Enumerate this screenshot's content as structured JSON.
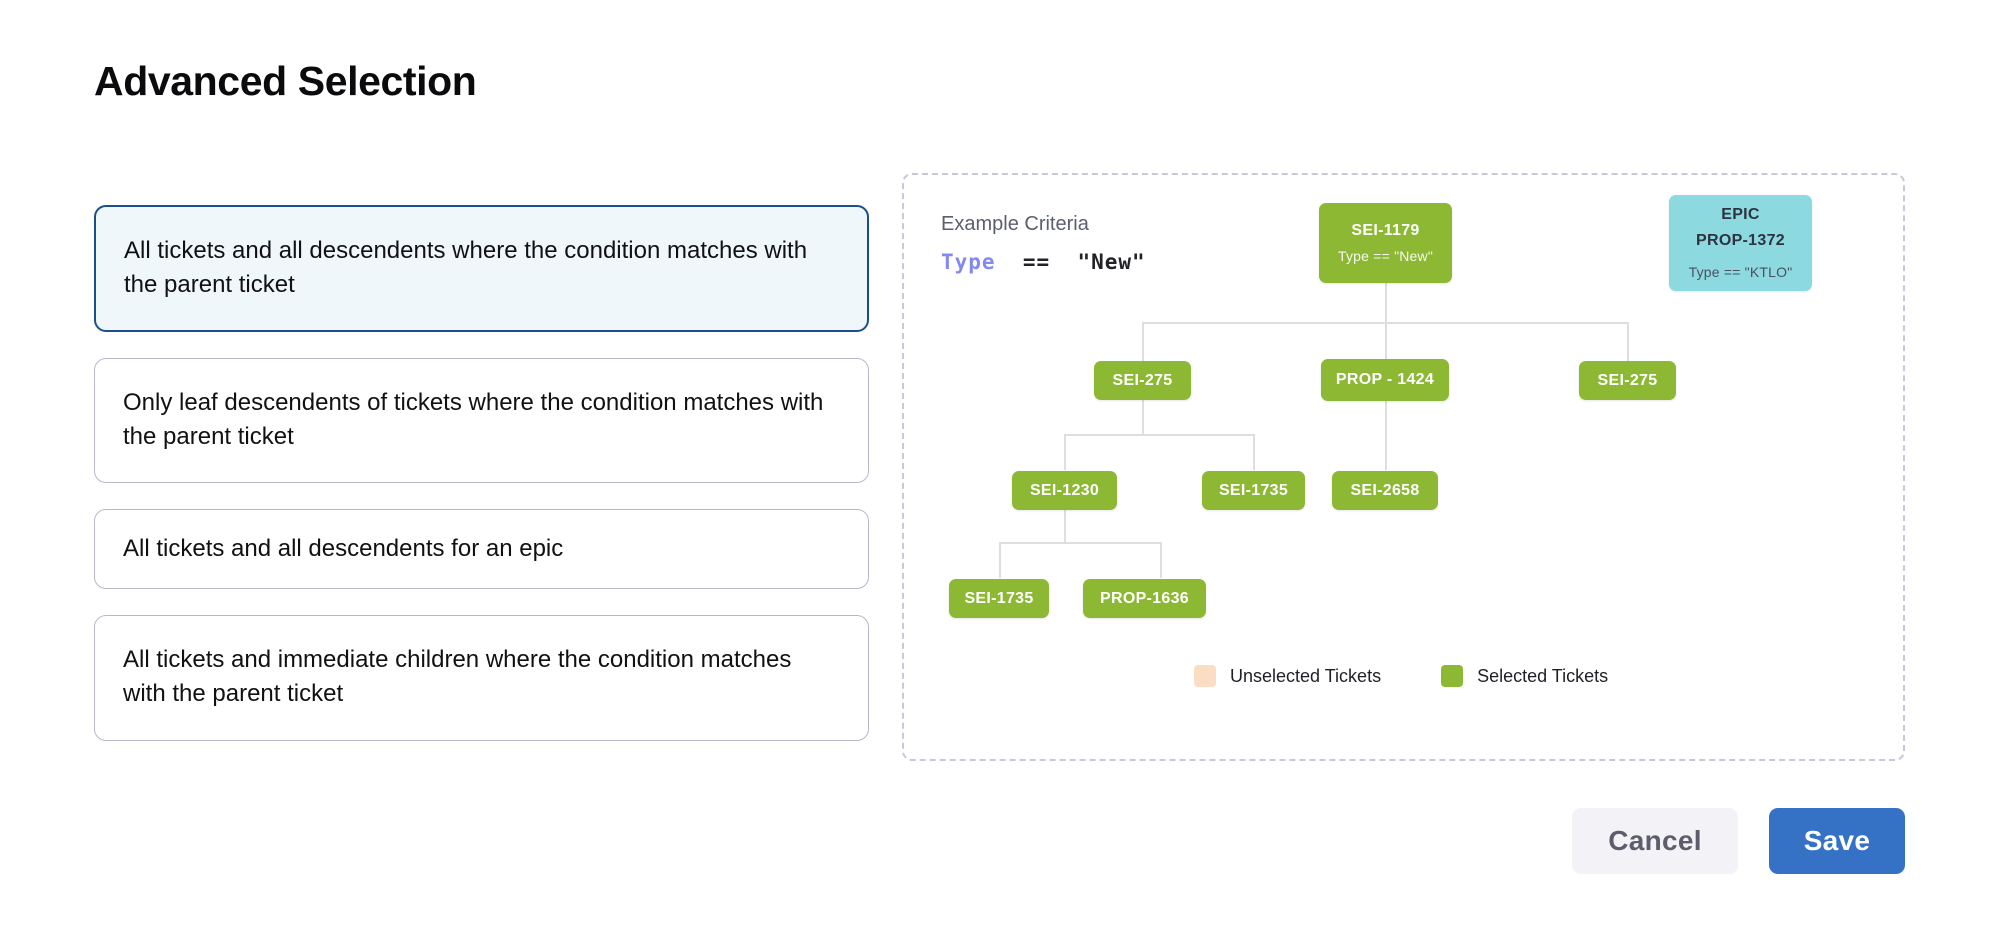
{
  "header": {
    "title": "Advanced Selection"
  },
  "options": [
    {
      "label": "All tickets and all descendents where the condition matches with the parent ticket",
      "selected": true
    },
    {
      "label": "Only leaf descendents of tickets where the condition matches with the parent ticket",
      "selected": false
    },
    {
      "label": "All tickets and all descendents for an epic",
      "selected": false
    },
    {
      "label": "All tickets and immediate children where the condition matches with the parent ticket",
      "selected": false
    }
  ],
  "diagram": {
    "criteria_label": "Example Criteria",
    "criteria_field": "Type",
    "criteria_operator": "==",
    "criteria_value": "\"New\"",
    "nodes": {
      "root": {
        "id": "SEI-1179",
        "sub": "Type == \"New\""
      },
      "epic": {
        "tag": "EPIC",
        "id": "PROP-1372",
        "sub": "Type == \"KTLO\""
      },
      "r2a": {
        "id": "SEI-275"
      },
      "r2b": {
        "id": "PROP - 1424"
      },
      "r2c": {
        "id": "SEI-275"
      },
      "r3a": {
        "id": "SEI-1230"
      },
      "r3b": {
        "id": "SEI-1735"
      },
      "r3c": {
        "id": "SEI-2658"
      },
      "r4a": {
        "id": "SEI-1735"
      },
      "r4b": {
        "id": "PROP-1636"
      }
    },
    "legend": [
      {
        "label": "Unselected Tickets",
        "color": "#fbddc4"
      },
      {
        "label": "Selected Tickets",
        "color": "#8cb833"
      }
    ]
  },
  "footer": {
    "cancel_label": "Cancel",
    "save_label": "Save"
  },
  "colors": {
    "selected_node": "#8cb833",
    "unselected_node": "#fbddc4",
    "epic_node": "#8cd9e0",
    "primary_button": "#3572c6",
    "selected_card_border": "#1c4e8c",
    "selected_card_bg": "#eff7fb"
  }
}
